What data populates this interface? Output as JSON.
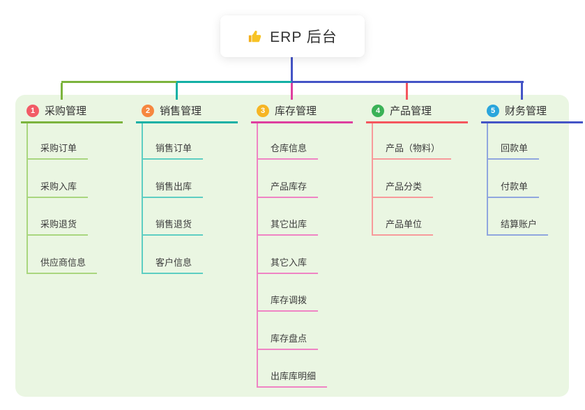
{
  "root": {
    "label": "ERP 后台",
    "icon": "thumbs-up-icon",
    "icon_color": "#f7c325"
  },
  "canvas": {
    "page_bg": "#ffffff",
    "panel_bg": "#eaf6e2",
    "stem_color": "#4454c6"
  },
  "branches": [
    {
      "badge": "1",
      "label": "采购管理",
      "colors": {
        "main": "#7cb43d",
        "light": "#a9d67f",
        "badge": "#f25b66"
      },
      "children": [
        "采购订单",
        "采购入库",
        "采购退货",
        "供应商信息"
      ]
    },
    {
      "badge": "2",
      "label": "销售管理",
      "colors": {
        "main": "#14b0a5",
        "light": "#5ecec2",
        "badge": "#f6873f"
      },
      "children": [
        "销售订单",
        "销售出库",
        "销售退货",
        "客户信息"
      ]
    },
    {
      "badge": "3",
      "label": "库存管理",
      "colors": {
        "main": "#de3f9f",
        "light": "#ef84c4",
        "badge": "#f6b524"
      },
      "children": [
        "仓库信息",
        "产品库存",
        "其它出库",
        "其它入库",
        "库存调拨",
        "库存盘点",
        "出库库明细"
      ]
    },
    {
      "badge": "4",
      "label": "产品管理",
      "colors": {
        "main": "#f4565e",
        "light": "#f79a9b",
        "badge": "#3bb257"
      },
      "children": [
        "产品（物料）",
        "产品分类",
        "产品单位"
      ]
    },
    {
      "badge": "5",
      "label": "财务管理",
      "colors": {
        "main": "#4454c6",
        "light": "#90a6de",
        "badge": "#2aa5dc"
      },
      "children": [
        "回款单",
        "付款单",
        "结算账户"
      ]
    }
  ]
}
